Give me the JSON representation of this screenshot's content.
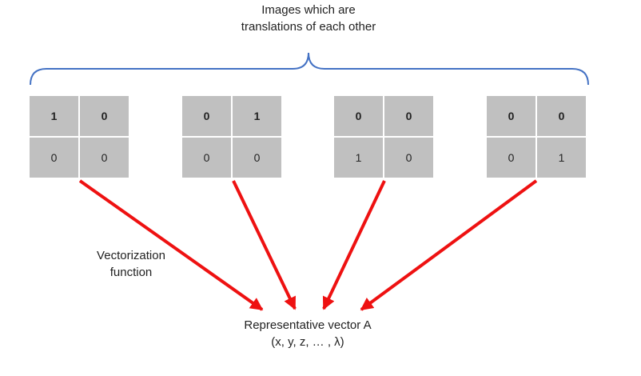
{
  "title": [
    "Images which are",
    "translations of each other"
  ],
  "grids": [
    {
      "cells": [
        [
          "1",
          "0"
        ],
        [
          "0",
          "0"
        ]
      ]
    },
    {
      "cells": [
        [
          "0",
          "1"
        ],
        [
          "0",
          "0"
        ]
      ]
    },
    {
      "cells": [
        [
          "0",
          "0"
        ],
        [
          "1",
          "0"
        ]
      ]
    },
    {
      "cells": [
        [
          "0",
          "0"
        ],
        [
          "0",
          "1"
        ]
      ]
    }
  ],
  "vectorization_label": [
    "Vectorization",
    "function"
  ],
  "result_label": [
    "Representative vector A",
    "(x, y, z, … , λ)"
  ],
  "colors": {
    "brace": "#4472c4",
    "arrow": "#ee1111",
    "cell": "#c0c0c0"
  }
}
